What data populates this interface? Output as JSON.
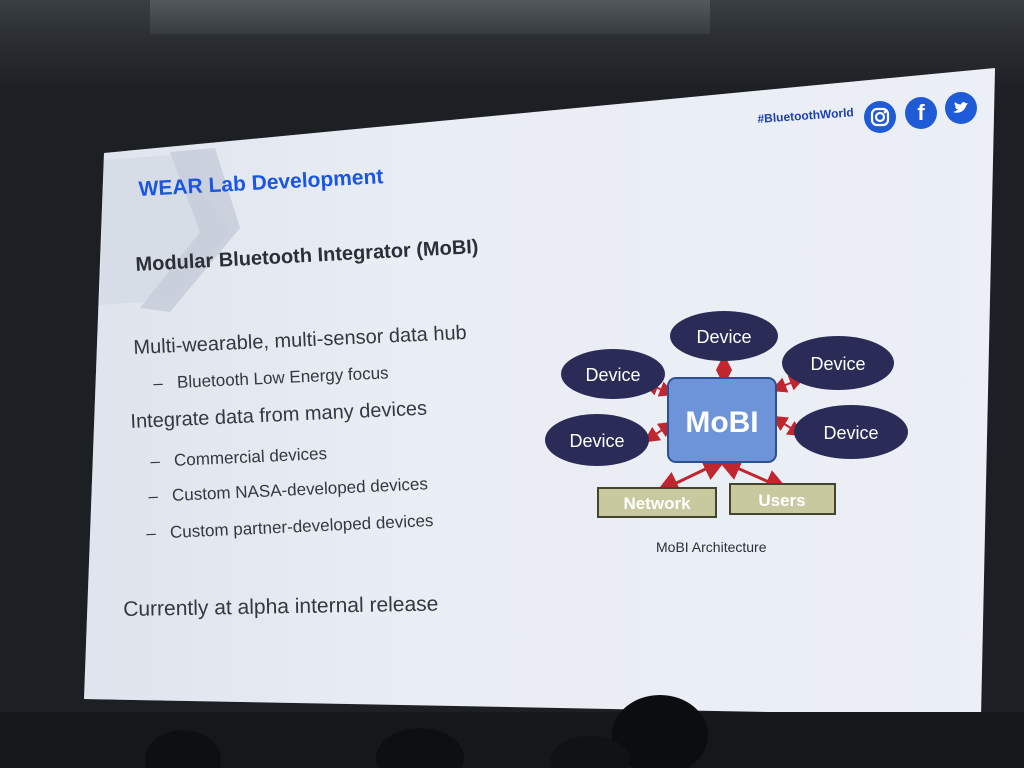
{
  "slide": {
    "hashtag": "#BluetoothWorld",
    "title": "WEAR Lab Development",
    "subtitle": "Modular Bluetooth Integrator (MoBI)",
    "bullets": [
      {
        "level": 1,
        "text": "Multi-wearable, multi-sensor data hub"
      },
      {
        "level": 2,
        "text": "Bluetooth Low Energy focus"
      },
      {
        "level": 1,
        "text": "Integrate data from many devices"
      },
      {
        "level": 2,
        "text": "Commercial devices"
      },
      {
        "level": 2,
        "text": "Custom NASA-developed devices"
      },
      {
        "level": 2,
        "text": "Custom partner-developed devices"
      }
    ],
    "dash": "–",
    "status_line": "Currently at alpha internal release",
    "social_icons": [
      "instagram-icon",
      "facebook-icon",
      "twitter-icon"
    ],
    "facebook_glyph": "f"
  },
  "diagram": {
    "hub_label": "MoBI",
    "device_label": "Device",
    "network_label": "Network",
    "users_label": "Users",
    "caption": "MoBI Architecture",
    "colors": {
      "hub_fill": "#6d93d8",
      "device_fill": "#2a2c57",
      "box_fill": "#c9c9a0",
      "arrow": "#c0262e",
      "title_blue": "#1a56e3",
      "social_blue": "#1f5bd6"
    }
  }
}
